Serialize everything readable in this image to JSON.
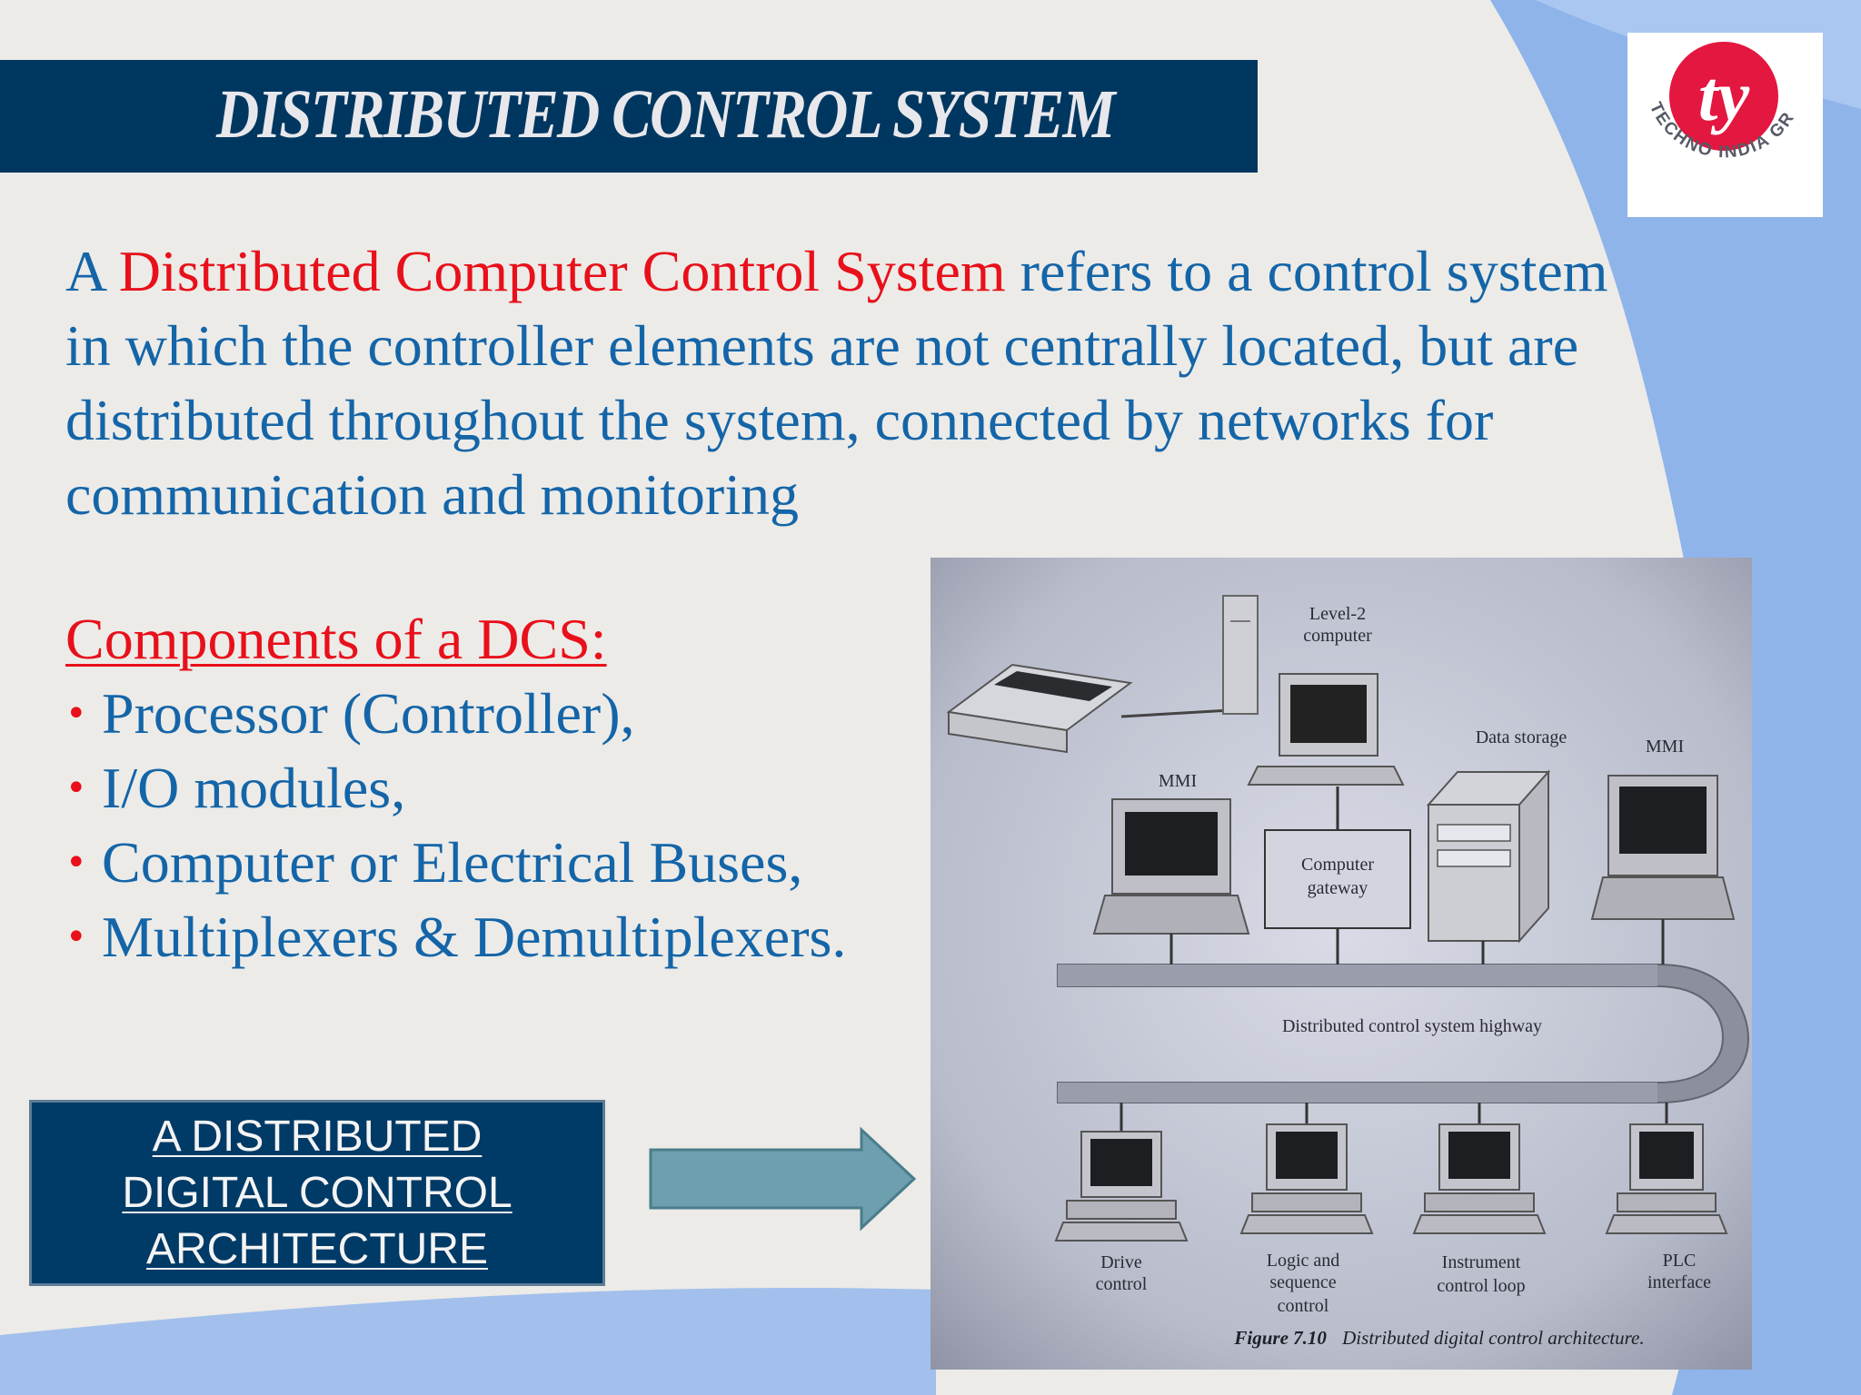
{
  "slide": {
    "title": "DISTRIBUTED CONTROL SYSTEM",
    "intro": {
      "lead": "A",
      "highlight": "Distributed Computer Control System",
      "rest": "refers to a control system in which the controller elements are not centrally located, but are distributed throughout the system, connected by networks for communication and monitoring"
    },
    "components_heading": "Components of a DCS:",
    "components": [
      "Processor (Controller),",
      "I/O modules,",
      "Computer or Electrical Buses,",
      "Multiplexers & Demultiplexers."
    ],
    "label_box": "A DISTRIBUTED DIGITAL CONTROL ARCHITECTURE",
    "colors": {
      "title_bar": "#003760",
      "body_text": "#1465a8",
      "highlight": "#e8101a",
      "background_wave": "#8fb4ea",
      "arrow_fill": "#6d9fae"
    }
  },
  "logo": {
    "glyph": "ty",
    "ring_text": "TECHNO INDIA GROUP",
    "color": "#e3173f"
  },
  "figure": {
    "caption_number": "Figure 7.10",
    "caption_text": "Distributed digital control architecture.",
    "labels": {
      "level2": "Level-2",
      "computer": "computer",
      "data_storage": "Data storage",
      "mmi_left": "MMI",
      "mmi_right": "MMI",
      "gateway_1": "Computer",
      "gateway_2": "gateway",
      "highway": "Distributed control system highway",
      "drive_1": "Drive",
      "drive_2": "control",
      "logic_1": "Logic and",
      "logic_2": "sequence",
      "logic_3": "control",
      "instrument_1": "Instrument",
      "instrument_2": "control loop",
      "plc_1": "PLC",
      "plc_2": "interface"
    }
  }
}
